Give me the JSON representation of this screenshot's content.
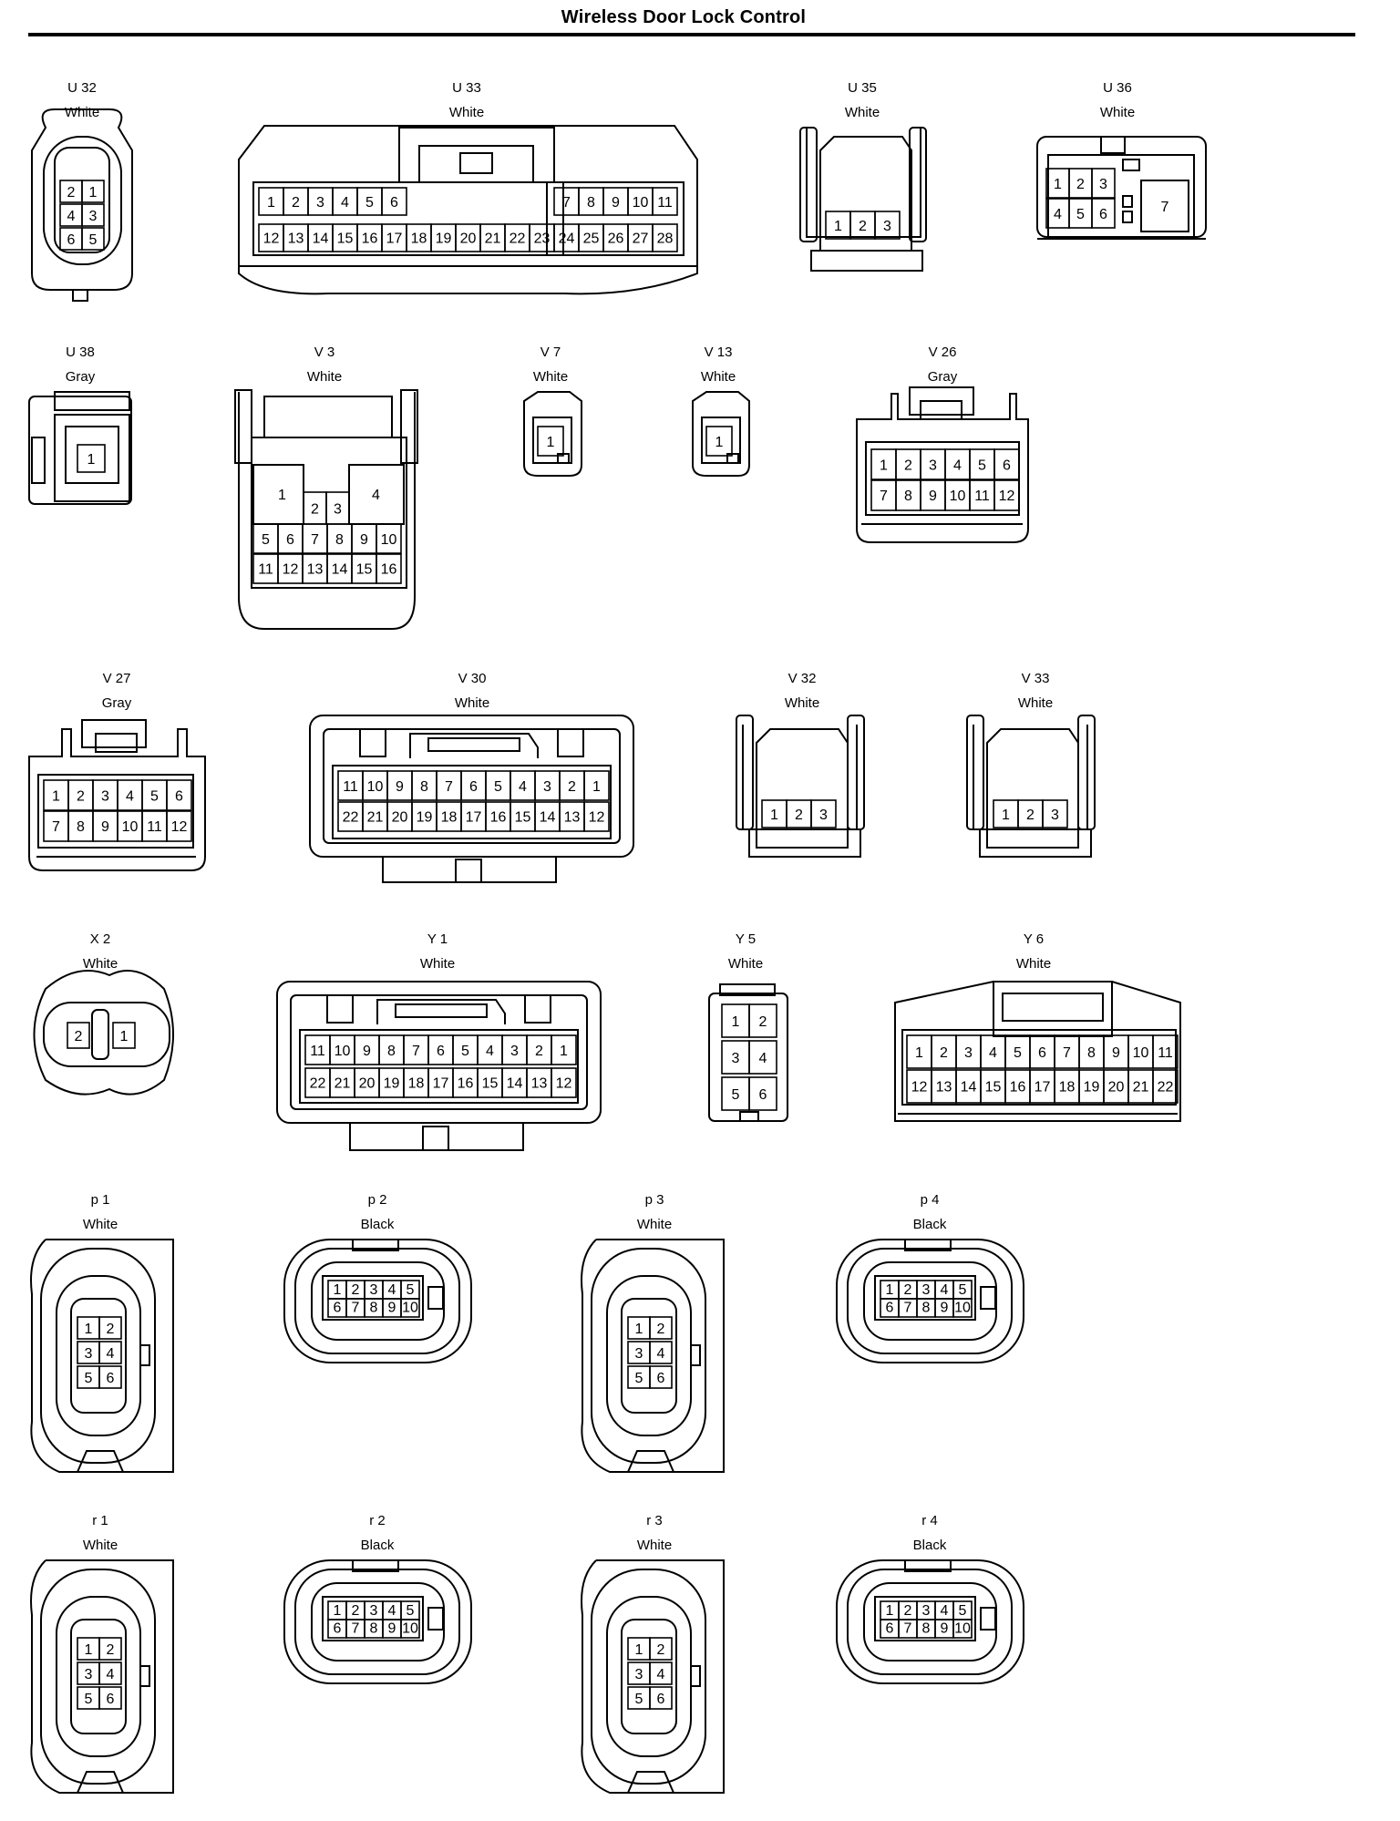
{
  "title": "Wireless Door Lock Control",
  "connectors": [
    {
      "code": "U 32",
      "color": "White"
    },
    {
      "code": "U 33",
      "color": "White"
    },
    {
      "code": "U 35",
      "color": "White"
    },
    {
      "code": "U 36",
      "color": "White"
    },
    {
      "code": "U 38",
      "color": "Gray"
    },
    {
      "code": "V 3",
      "color": "White"
    },
    {
      "code": "V 7",
      "color": "White"
    },
    {
      "code": "V 13",
      "color": "White"
    },
    {
      "code": "V 26",
      "color": "Gray"
    },
    {
      "code": "V 27",
      "color": "Gray"
    },
    {
      "code": "V 30",
      "color": "White"
    },
    {
      "code": "V 32",
      "color": "White"
    },
    {
      "code": "V 33",
      "color": "White"
    },
    {
      "code": "X 2",
      "color": "White"
    },
    {
      "code": "Y 1",
      "color": "White"
    },
    {
      "code": "Y 5",
      "color": "White"
    },
    {
      "code": "Y 6",
      "color": "White"
    },
    {
      "code": "p 1",
      "color": "White"
    },
    {
      "code": "p 2",
      "color": "Black"
    },
    {
      "code": "p 3",
      "color": "White"
    },
    {
      "code": "p 4",
      "color": "Black"
    },
    {
      "code": "r 1",
      "color": "White"
    },
    {
      "code": "r 2",
      "color": "Black"
    },
    {
      "code": "r 3",
      "color": "White"
    },
    {
      "code": "r 4",
      "color": "Black"
    }
  ]
}
